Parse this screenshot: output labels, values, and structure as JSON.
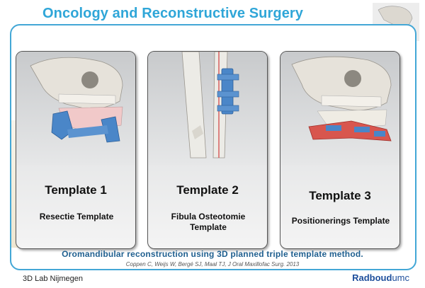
{
  "slide": {
    "title": "Oncology and Reconstructive Surgery"
  },
  "cards": [
    {
      "title": "Template 1",
      "subtitle": "Resectie Template"
    },
    {
      "title": "Template 2",
      "subtitle": "Fibula Osteotomie Template"
    },
    {
      "title": "Template 3",
      "subtitle": "Positionerings Template"
    }
  ],
  "caption": "Oromandibular reconstruction using 3D planned triple template method.",
  "citation": "Coppen C, Weijs W, Bergé SJ, Maal TJ, J Oral Maxillofac Surg. 2013",
  "footer": {
    "lab": "3D Lab Nijmegen",
    "brand_bold": "Radboud",
    "brand_light": "umc"
  },
  "colors": {
    "title_blue": "#2fa6d8",
    "template_blue": "#4a86c8",
    "template_red": "#d8564e",
    "bone": "#e4e0d8",
    "graft_pink": "#f1c9c9"
  }
}
